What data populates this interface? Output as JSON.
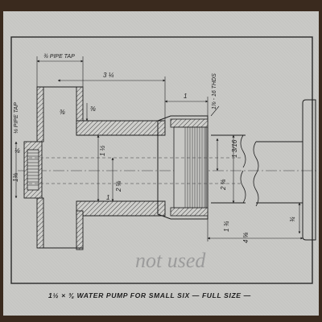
{
  "drawing": {
    "title": "1½ × ⅜ WATER PUMP FOR SMALL SIX — FULL SIZE —",
    "handwritten_note": "not used",
    "labels": {
      "pipe_tap_top": "¾ PIPE TAP",
      "pipe_tap_left": "⅛ PIPE TAP",
      "thread": "1⅞ - 16 THDS",
      "dim_3_4": "3 ¼",
      "dim_1_a": "1",
      "dim_3_8_a": "⅜",
      "dim_3_8_b": "⅜",
      "dim_1_2": "1 ½",
      "dim_1_3_8": "1⅜",
      "dim_2_5_8": "2 ⅝",
      "dim_1_b": "1",
      "dim_1_8": "⅛",
      "dim_2_3_8": "2 ⅜",
      "dim_1_3_16": "1 3/16",
      "dim_1_3_4": "1 ¾",
      "dim_4_5_8": "4 ⅝",
      "dim_3_4_small": "¾"
    }
  }
}
